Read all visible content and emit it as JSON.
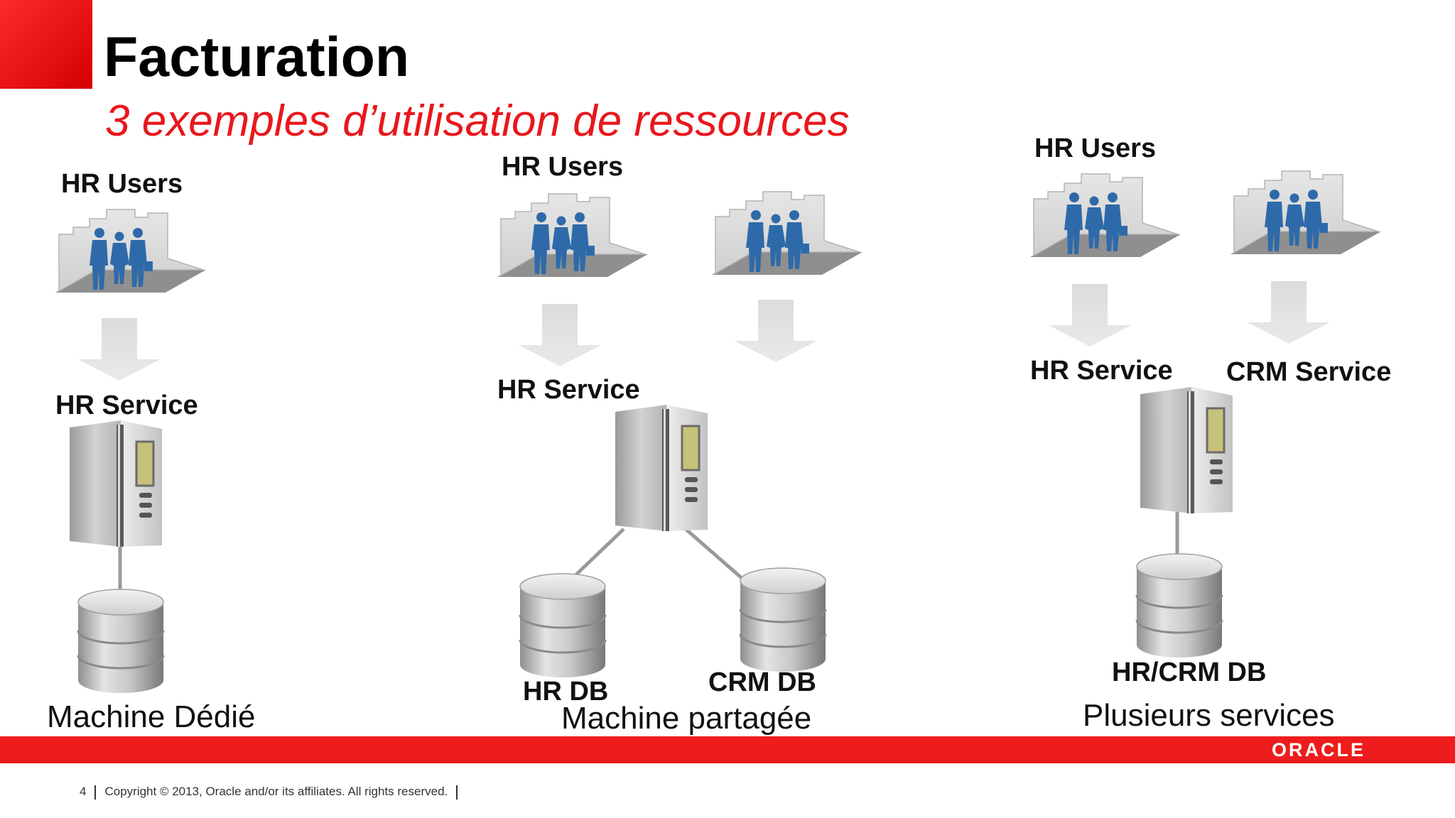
{
  "slide": {
    "title": "Facturation",
    "subtitle": "3 exemples d’utilisation de ressources"
  },
  "scenarios": [
    {
      "users_label": "HR Users",
      "services": [
        "HR Service"
      ],
      "databases": [],
      "caption": "Machine Dédié"
    },
    {
      "users_label": "HR Users",
      "services": [
        "HR Service"
      ],
      "databases": [
        "HR DB",
        "CRM DB"
      ],
      "caption": "Machine partagée"
    },
    {
      "users_label": "HR Users",
      "services": [
        "HR Service",
        "CRM Service"
      ],
      "databases": [
        "HR/CRM DB"
      ],
      "caption": "Plusieurs services"
    }
  ],
  "footer": {
    "page_number": "4",
    "copyright": "Copyright © 2013, Oracle and/or its affiliates. All rights reserved."
  },
  "brand": {
    "logo_text": "ORACLE",
    "accent_color": "#ee1c1c",
    "subtitle_color": "#e8171c",
    "people_color": "#2e6aa9"
  }
}
